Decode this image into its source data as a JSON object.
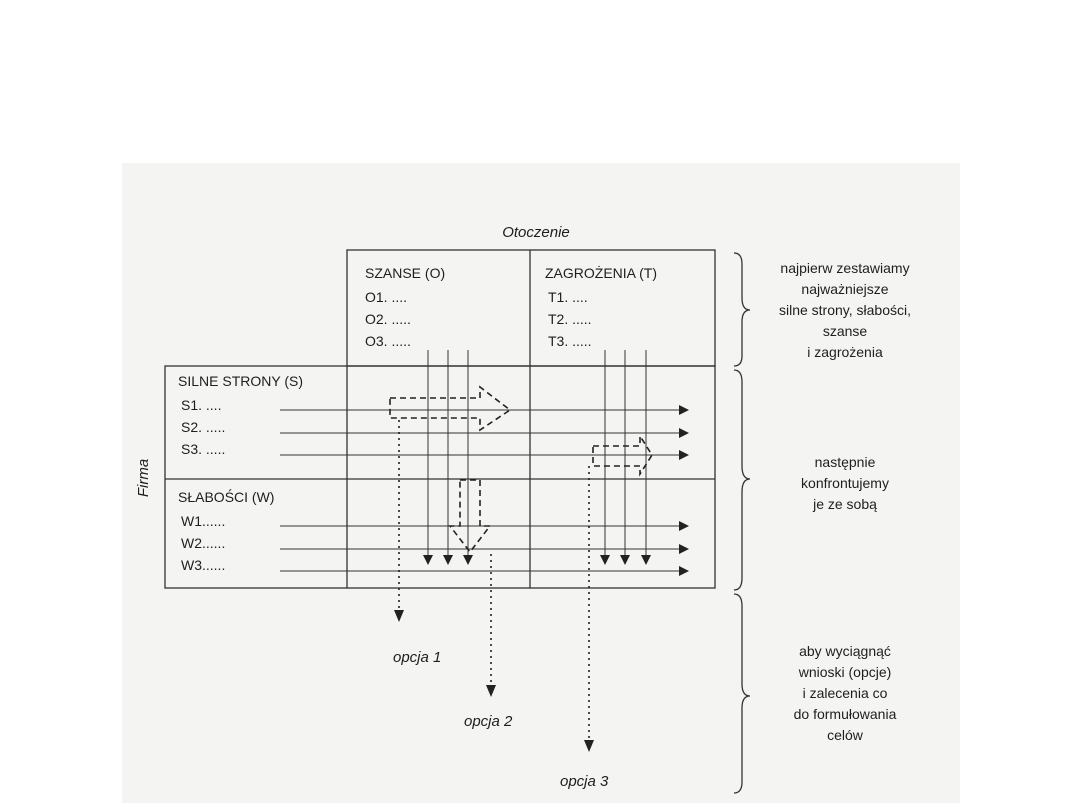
{
  "header": {
    "otoczenie": "Otoczenie",
    "firma": "Firma"
  },
  "opportunities": {
    "title": "SZANSE (O)",
    "items": [
      "O1. ....",
      "O2. .....",
      "O3. ....."
    ]
  },
  "threats": {
    "title": "ZAGROŻENIA (T)",
    "items": [
      "T1. ....",
      "T2. .....",
      "T3. ....."
    ]
  },
  "strengths": {
    "title": "SILNE STRONY (S)",
    "items": [
      "S1. ....",
      "S2. .....",
      "S3. ....."
    ]
  },
  "weaknesses": {
    "title": "SŁABOŚCI (W)",
    "items": [
      "W1......",
      "W2......",
      "W3......"
    ]
  },
  "options": [
    "opcja 1",
    "opcja 2",
    "opcja 3"
  ],
  "notes": {
    "step1": [
      "najpierw zestawiamy",
      "najważniejsze",
      "silne strony, słabości,",
      "szanse",
      "i zagrożenia"
    ],
    "step2": [
      "następnie",
      "konfrontujemy",
      "je ze sobą"
    ],
    "step3": [
      "aby wyciągnąć",
      "wnioski (opcje)",
      "i zalecenia co",
      "do formułowania",
      "celów"
    ]
  }
}
